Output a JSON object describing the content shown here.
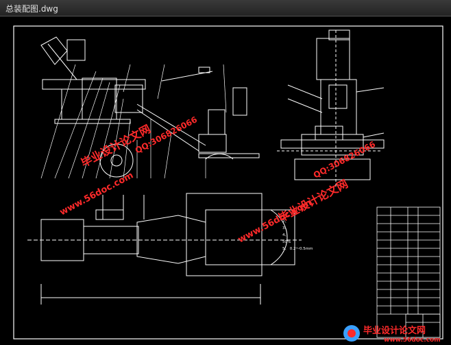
{
  "window": {
    "title": "总装配图.dwg"
  },
  "notes": {
    "lines": [
      "1、",
      "2、",
      "3、",
      "4、",
      "5、                   0.2～0.5mm"
    ],
    "partial_text": "50%"
  },
  "watermark": {
    "url": "www.56doc.com",
    "qq": "QQ:306826066",
    "brand": "毕业设计论文网",
    "brand_bottom": "毕业设计论文网",
    "url_bottom": "www.56doc.com"
  },
  "colors": {
    "background": "#000000",
    "lines": "#ffffff",
    "watermark": "#ff2020",
    "accent": "#3aa0ff"
  }
}
